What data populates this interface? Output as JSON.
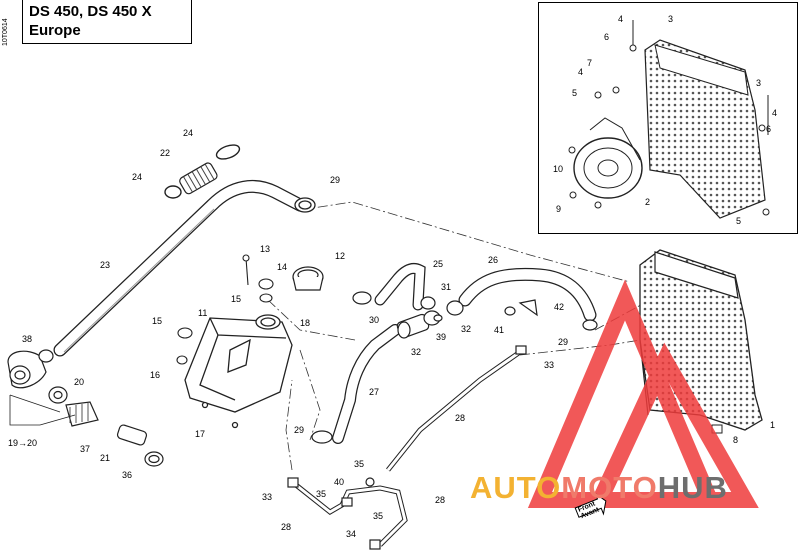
{
  "header": {
    "model_line": "DS 450, DS 450 X",
    "region_line": "Europe",
    "diagram_code": "10T0614"
  },
  "watermark": {
    "part_auto": "AUTO",
    "part_moto": "MOTO",
    "part_hub": "HUB",
    "colors": {
      "auto": "#f3b232",
      "moto": "#f07a6a",
      "hub": "#6e6e6e",
      "triangle": "#ef3b3b"
    }
  },
  "front_arrow": {
    "line1": "Front",
    "line2": "Avant"
  },
  "callouts": [
    "1",
    "2",
    "3",
    "4",
    "5",
    "6",
    "7",
    "8",
    "9",
    "10",
    "11",
    "12",
    "13",
    "14",
    "15",
    "16",
    "17",
    "18",
    "19→20",
    "20",
    "21",
    "22",
    "23",
    "24",
    "25",
    "26",
    "27",
    "28",
    "29",
    "30",
    "31",
    "32",
    "33",
    "34",
    "35",
    "36",
    "37",
    "38",
    "39",
    "40",
    "41",
    "42"
  ]
}
